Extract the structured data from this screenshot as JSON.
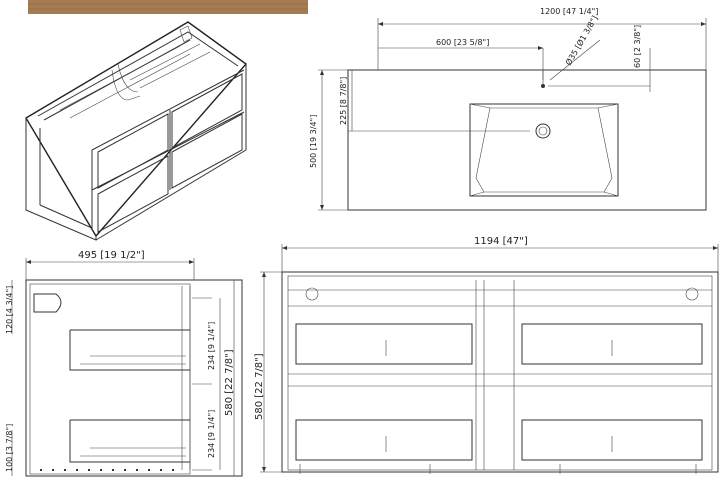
{
  "top_view": {
    "width_label": "1200 [47 1/4\"]",
    "center_label": "600 [23 5/8\"]",
    "hole_label": "Ø35 [Ø1 3/8\"]",
    "faucet_offset_label": "60 [2 3/8\"]",
    "depth_label": "500 [19 3/4\"]",
    "drain_depth_label": "225 [8 7/8\"]"
  },
  "side_view": {
    "depth_label": "495 [19 1/2\"]",
    "top_gap_label": "120 [4 3/4\"]",
    "height_label": "580 [22 7/8\"]",
    "drawer_upper_label": "234 [9 1/4\"]",
    "drawer_lower_label": "234 [9 1/4\"]",
    "bottom_gap_label": "100 [3 7/8\"]"
  },
  "front_view": {
    "width_label": "1194 [47\"]",
    "height_label": "580 [22 7/8\"]"
  },
  "colors": {
    "wood_strip": "#a57b52",
    "line": "#333333"
  }
}
